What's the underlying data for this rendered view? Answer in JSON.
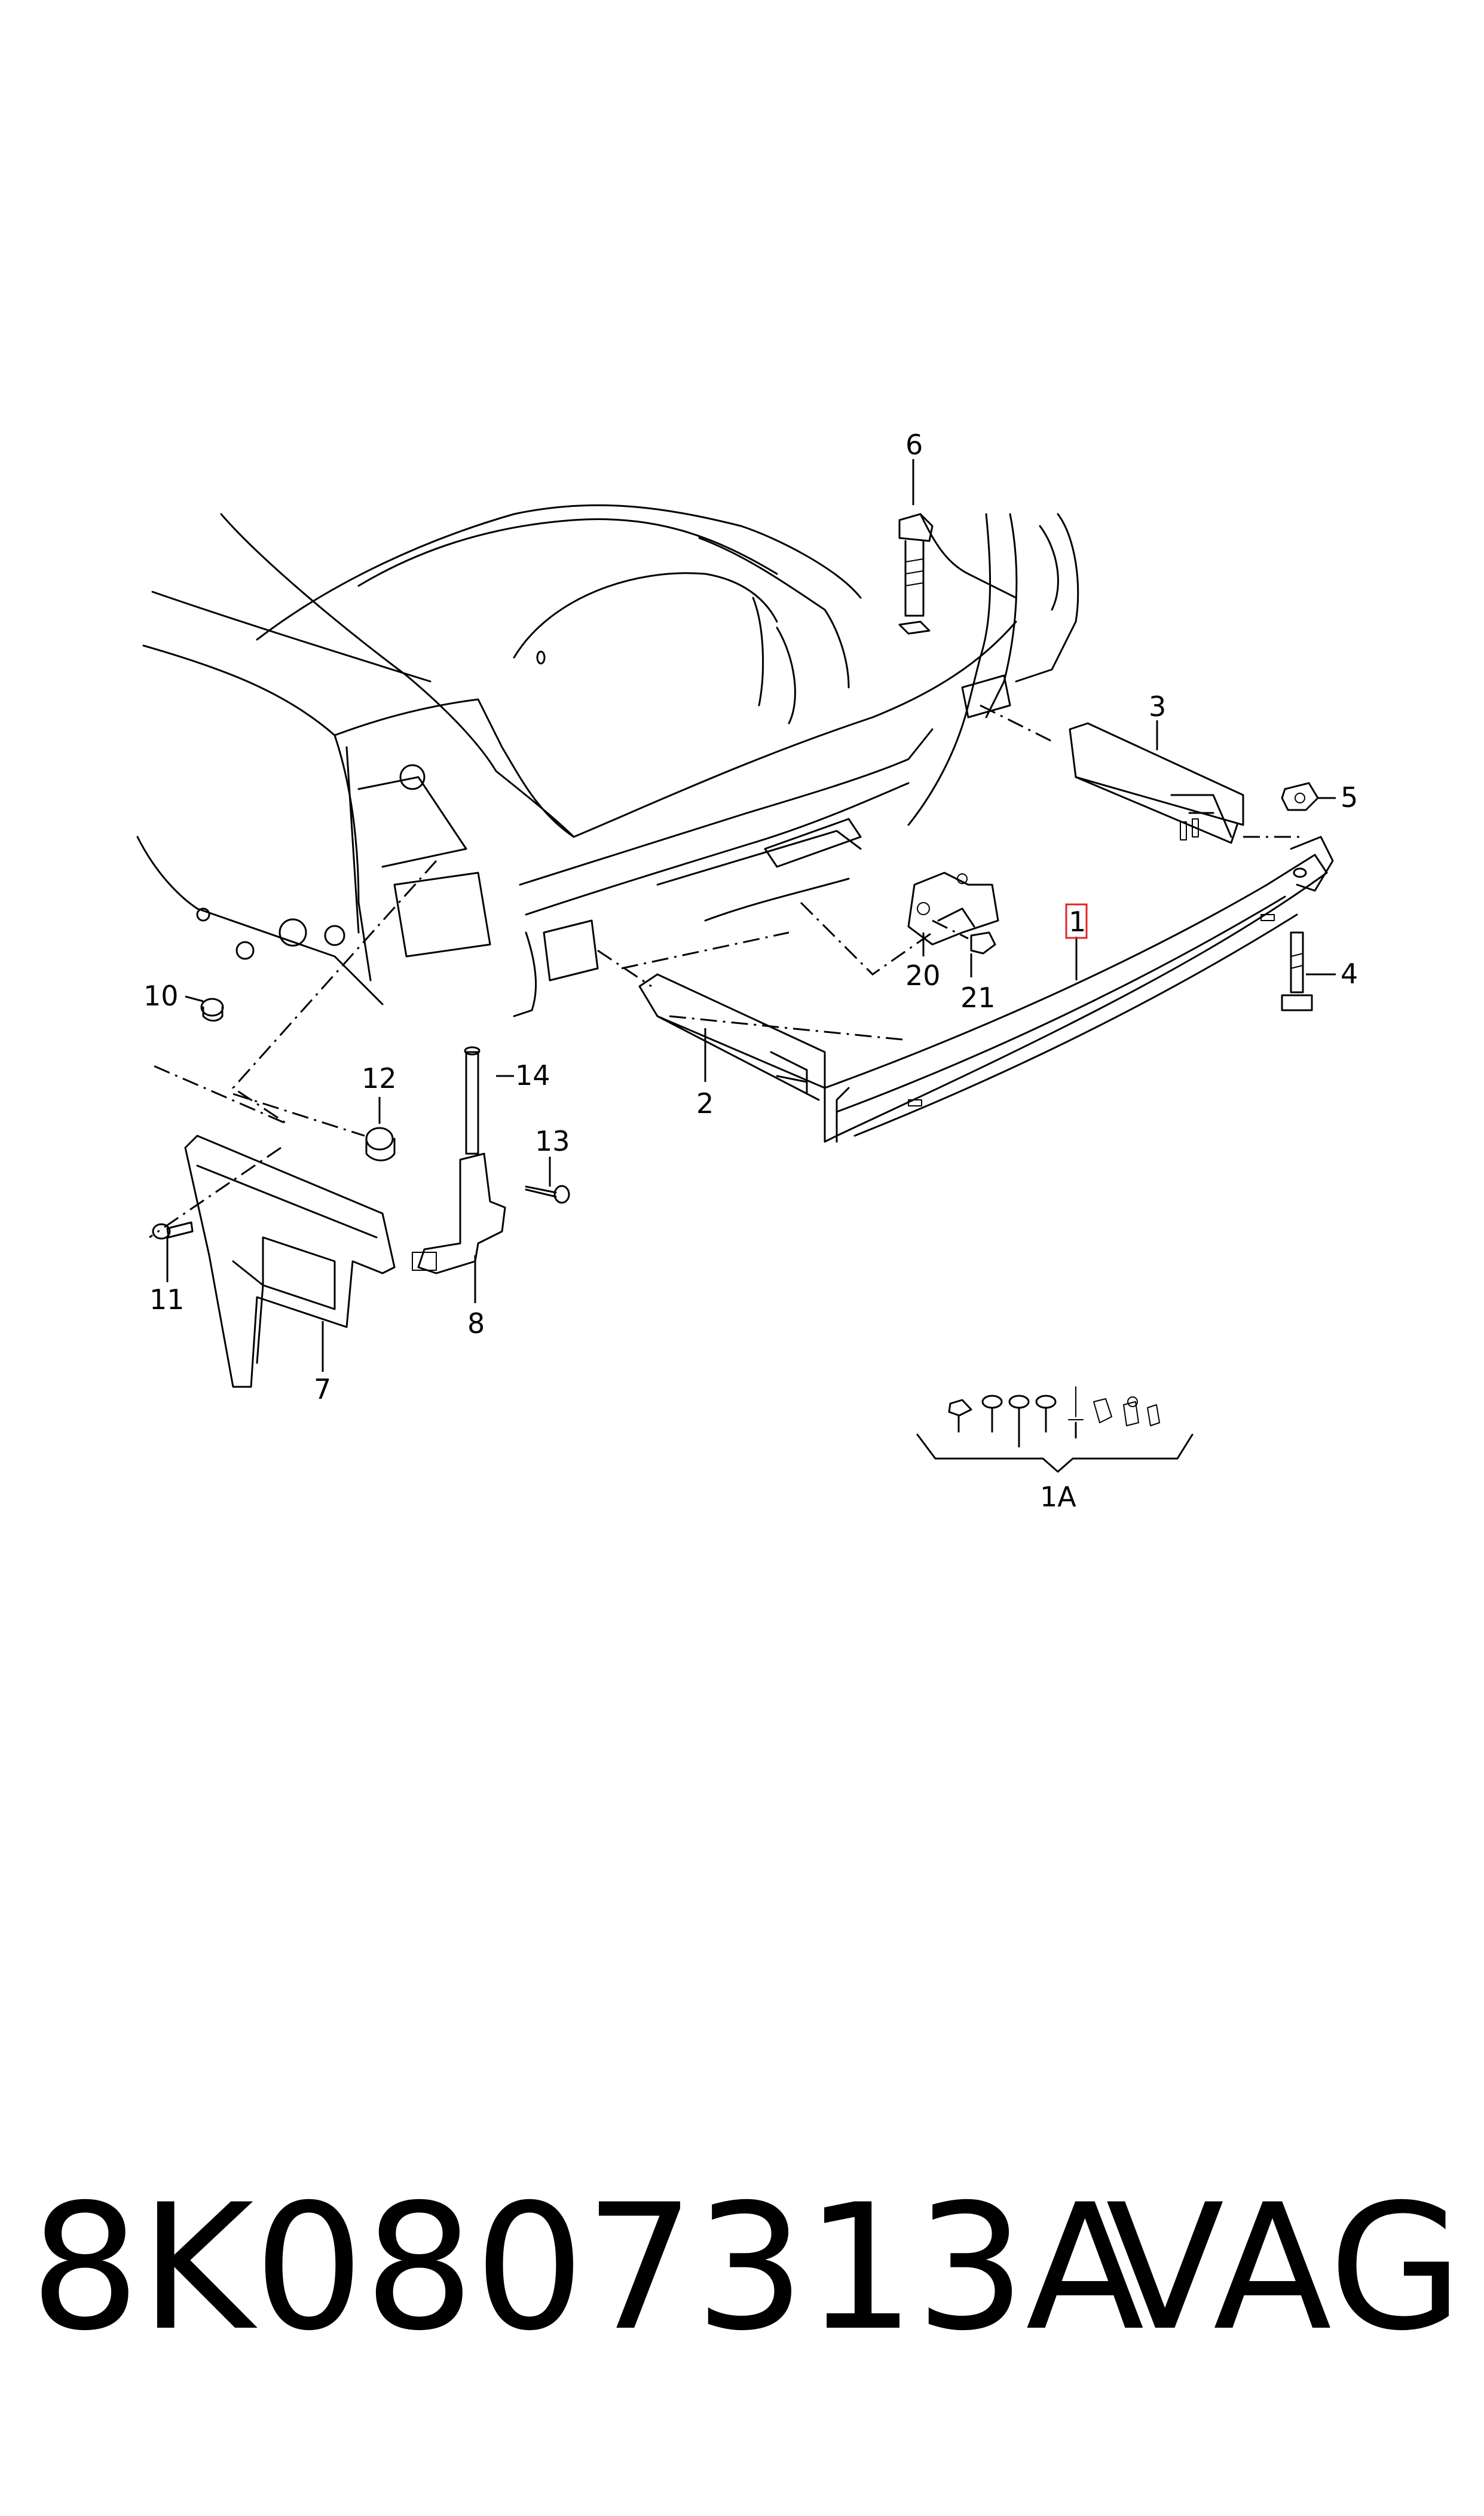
{
  "labels": {
    "l1": "1",
    "l1a": "1A",
    "l2": "2",
    "l3": "3",
    "l4": "4",
    "l5": "5",
    "l6": "6",
    "l7": "7",
    "l8": "8",
    "l10": "10",
    "l11": "11",
    "l12": "12",
    "l13": "13",
    "l14": "14",
    "l20": "20",
    "l21": "21"
  },
  "footer": {
    "part_number": "8K0807313A",
    "brand": "VAG"
  },
  "colors": {
    "line": "#000000",
    "highlight": "#e0262a",
    "background": "#ffffff"
  }
}
